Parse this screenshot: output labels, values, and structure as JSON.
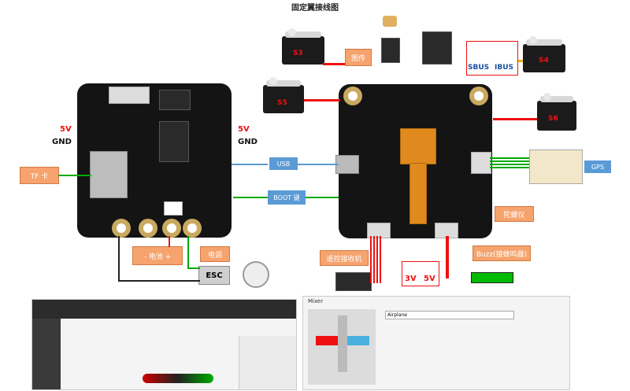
{
  "title": "固定翼接线图",
  "left_board": {
    "label_5v_left": "5V",
    "label_gnd_left": "GND",
    "label_5v_right": "5V",
    "label_gnd_right": "GND",
    "tf_card": "TF 卡",
    "battery": "- 电池 +",
    "esc_label": "电调",
    "esc_box": "ESC"
  },
  "right_board": {
    "servo_s3": "S3",
    "servo_s4": "S4",
    "servo_s5": "S5",
    "servo_s6": "S6",
    "image_transmission": "图传",
    "sbus": "SBUS",
    "ibus": "IBUS",
    "usb": "USB",
    "boot_key": "BOOT 键",
    "gps": "GPS",
    "gyro": "陀螺仪",
    "receiver": "遥控接收机",
    "buzzer": "Buzz(接蜂鸣器)",
    "v3": "3V",
    "v5": "5V"
  },
  "screens": {
    "mixer_title": "Mixer",
    "mixer_preset": "Airplane"
  },
  "colors": {
    "label_red": "#e11111",
    "box_orange": "#f6a36e",
    "box_blue": "#5b9bd5",
    "board": "#141414"
  }
}
